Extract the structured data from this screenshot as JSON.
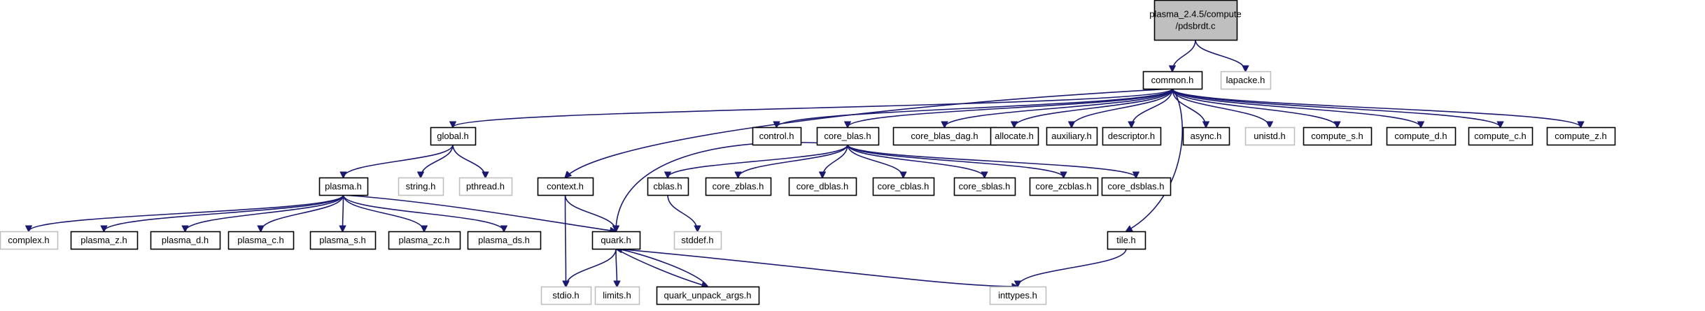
{
  "colors": {
    "edge": "#191970",
    "node_border": "#000000",
    "external_border": "#bfbfbf",
    "root_fill": "#bfbfbf",
    "node_fill": "#ffffff",
    "text": "#000000"
  },
  "nodes": {
    "root": {
      "lines": [
        "plasma_2.4.5/compute",
        "/pdsbrdt.c"
      ],
      "kind": "root"
    },
    "common": {
      "lines": [
        "common.h"
      ],
      "kind": "internal"
    },
    "lapacke": {
      "lines": [
        "lapacke.h"
      ],
      "kind": "external"
    },
    "global": {
      "lines": [
        "global.h"
      ],
      "kind": "internal"
    },
    "control": {
      "lines": [
        "control.h"
      ],
      "kind": "internal"
    },
    "core_blas": {
      "lines": [
        "core_blas.h"
      ],
      "kind": "internal"
    },
    "core_blas_dag": {
      "lines": [
        "core_blas_dag.h"
      ],
      "kind": "internal"
    },
    "allocate": {
      "lines": [
        "allocate.h"
      ],
      "kind": "internal"
    },
    "auxiliary": {
      "lines": [
        "auxiliary.h"
      ],
      "kind": "internal"
    },
    "descriptor": {
      "lines": [
        "descriptor.h"
      ],
      "kind": "internal"
    },
    "async": {
      "lines": [
        "async.h"
      ],
      "kind": "internal"
    },
    "unistd": {
      "lines": [
        "unistd.h"
      ],
      "kind": "external"
    },
    "compute_s": {
      "lines": [
        "compute_s.h"
      ],
      "kind": "internal"
    },
    "compute_d": {
      "lines": [
        "compute_d.h"
      ],
      "kind": "internal"
    },
    "compute_c": {
      "lines": [
        "compute_c.h"
      ],
      "kind": "internal"
    },
    "compute_z": {
      "lines": [
        "compute_z.h"
      ],
      "kind": "internal"
    },
    "plasma": {
      "lines": [
        "plasma.h"
      ],
      "kind": "internal"
    },
    "string": {
      "lines": [
        "string.h"
      ],
      "kind": "external"
    },
    "pthread": {
      "lines": [
        "pthread.h"
      ],
      "kind": "external"
    },
    "context": {
      "lines": [
        "context.h"
      ],
      "kind": "internal"
    },
    "cblas": {
      "lines": [
        "cblas.h"
      ],
      "kind": "internal"
    },
    "core_zblas": {
      "lines": [
        "core_zblas.h"
      ],
      "kind": "internal"
    },
    "core_dblas": {
      "lines": [
        "core_dblas.h"
      ],
      "kind": "internal"
    },
    "core_cblas": {
      "lines": [
        "core_cblas.h"
      ],
      "kind": "internal"
    },
    "core_sblas": {
      "lines": [
        "core_sblas.h"
      ],
      "kind": "internal"
    },
    "core_zcblas": {
      "lines": [
        "core_zcblas.h"
      ],
      "kind": "internal"
    },
    "core_dsblas": {
      "lines": [
        "core_dsblas.h"
      ],
      "kind": "internal"
    },
    "complex": {
      "lines": [
        "complex.h"
      ],
      "kind": "external"
    },
    "plasma_z": {
      "lines": [
        "plasma_z.h"
      ],
      "kind": "internal"
    },
    "plasma_d": {
      "lines": [
        "plasma_d.h"
      ],
      "kind": "internal"
    },
    "plasma_c": {
      "lines": [
        "plasma_c.h"
      ],
      "kind": "internal"
    },
    "plasma_s": {
      "lines": [
        "plasma_s.h"
      ],
      "kind": "internal"
    },
    "plasma_zc": {
      "lines": [
        "plasma_zc.h"
      ],
      "kind": "internal"
    },
    "plasma_ds": {
      "lines": [
        "plasma_ds.h"
      ],
      "kind": "internal"
    },
    "quark": {
      "lines": [
        "quark.h"
      ],
      "kind": "internal"
    },
    "stddef": {
      "lines": [
        "stddef.h"
      ],
      "kind": "external"
    },
    "tile": {
      "lines": [
        "tile.h"
      ],
      "kind": "internal"
    },
    "stdio": {
      "lines": [
        "stdio.h"
      ],
      "kind": "external"
    },
    "limits": {
      "lines": [
        "limits.h"
      ],
      "kind": "external"
    },
    "quark_unpack_args": {
      "lines": [
        "quark_unpack_args.h"
      ],
      "kind": "internal"
    },
    "inttypes": {
      "lines": [
        "inttypes.h"
      ],
      "kind": "external"
    }
  },
  "edges": [
    [
      "root",
      "common"
    ],
    [
      "root",
      "lapacke"
    ],
    [
      "common",
      "global"
    ],
    [
      "common",
      "control"
    ],
    [
      "common",
      "core_blas"
    ],
    [
      "common",
      "core_blas_dag"
    ],
    [
      "common",
      "allocate"
    ],
    [
      "common",
      "auxiliary"
    ],
    [
      "common",
      "descriptor"
    ],
    [
      "common",
      "async"
    ],
    [
      "common",
      "unistd"
    ],
    [
      "common",
      "compute_s"
    ],
    [
      "common",
      "compute_d"
    ],
    [
      "common",
      "compute_c"
    ],
    [
      "common",
      "compute_z"
    ],
    [
      "common",
      "context"
    ],
    [
      "common",
      "tile"
    ],
    [
      "global",
      "plasma"
    ],
    [
      "global",
      "string"
    ],
    [
      "global",
      "pthread"
    ],
    [
      "plasma",
      "complex"
    ],
    [
      "plasma",
      "plasma_z"
    ],
    [
      "plasma",
      "plasma_d"
    ],
    [
      "plasma",
      "plasma_c"
    ],
    [
      "plasma",
      "plasma_s"
    ],
    [
      "plasma",
      "plasma_zc"
    ],
    [
      "plasma",
      "plasma_ds"
    ],
    [
      "plasma",
      "quark"
    ],
    [
      "core_blas",
      "cblas"
    ],
    [
      "core_blas",
      "core_zblas"
    ],
    [
      "core_blas",
      "core_dblas"
    ],
    [
      "core_blas",
      "core_cblas"
    ],
    [
      "core_blas",
      "core_sblas"
    ],
    [
      "core_blas",
      "core_zcblas"
    ],
    [
      "core_blas",
      "core_dsblas"
    ],
    [
      "core_blas",
      "quark"
    ],
    [
      "context",
      "quark"
    ],
    [
      "context",
      "stdio"
    ],
    [
      "cblas",
      "stddef"
    ],
    [
      "quark",
      "stdio"
    ],
    [
      "quark",
      "limits"
    ],
    [
      "quark",
      "quark_unpack_args"
    ],
    [
      "quark",
      "inttypes"
    ],
    [
      "quark_unpack_args",
      "quark"
    ],
    [
      "tile",
      "inttypes"
    ]
  ]
}
